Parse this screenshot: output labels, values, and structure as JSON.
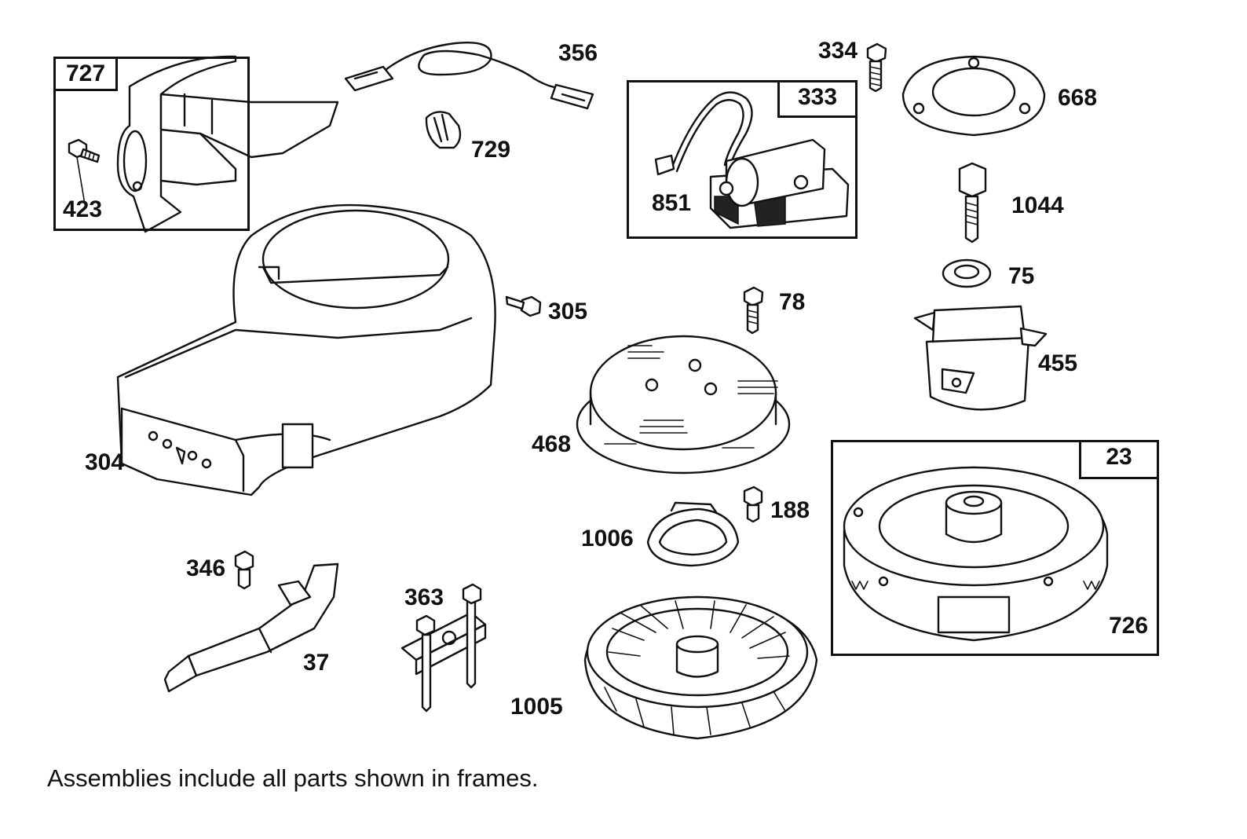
{
  "parts": {
    "p727": "727",
    "p423": "423",
    "p356": "356",
    "p729": "729",
    "p333": "333",
    "p851": "851",
    "p334": "334",
    "p668": "668",
    "p1044": "1044",
    "p75": "75",
    "p455": "455",
    "p304": "304",
    "p305": "305",
    "p78": "78",
    "p468": "468",
    "p23": "23",
    "p188": "188",
    "p1006": "1006",
    "p726": "726",
    "p346": "346",
    "p37": "37",
    "p363": "363",
    "p1005": "1005"
  },
  "footnote": "Assemblies include all parts shown in frames."
}
